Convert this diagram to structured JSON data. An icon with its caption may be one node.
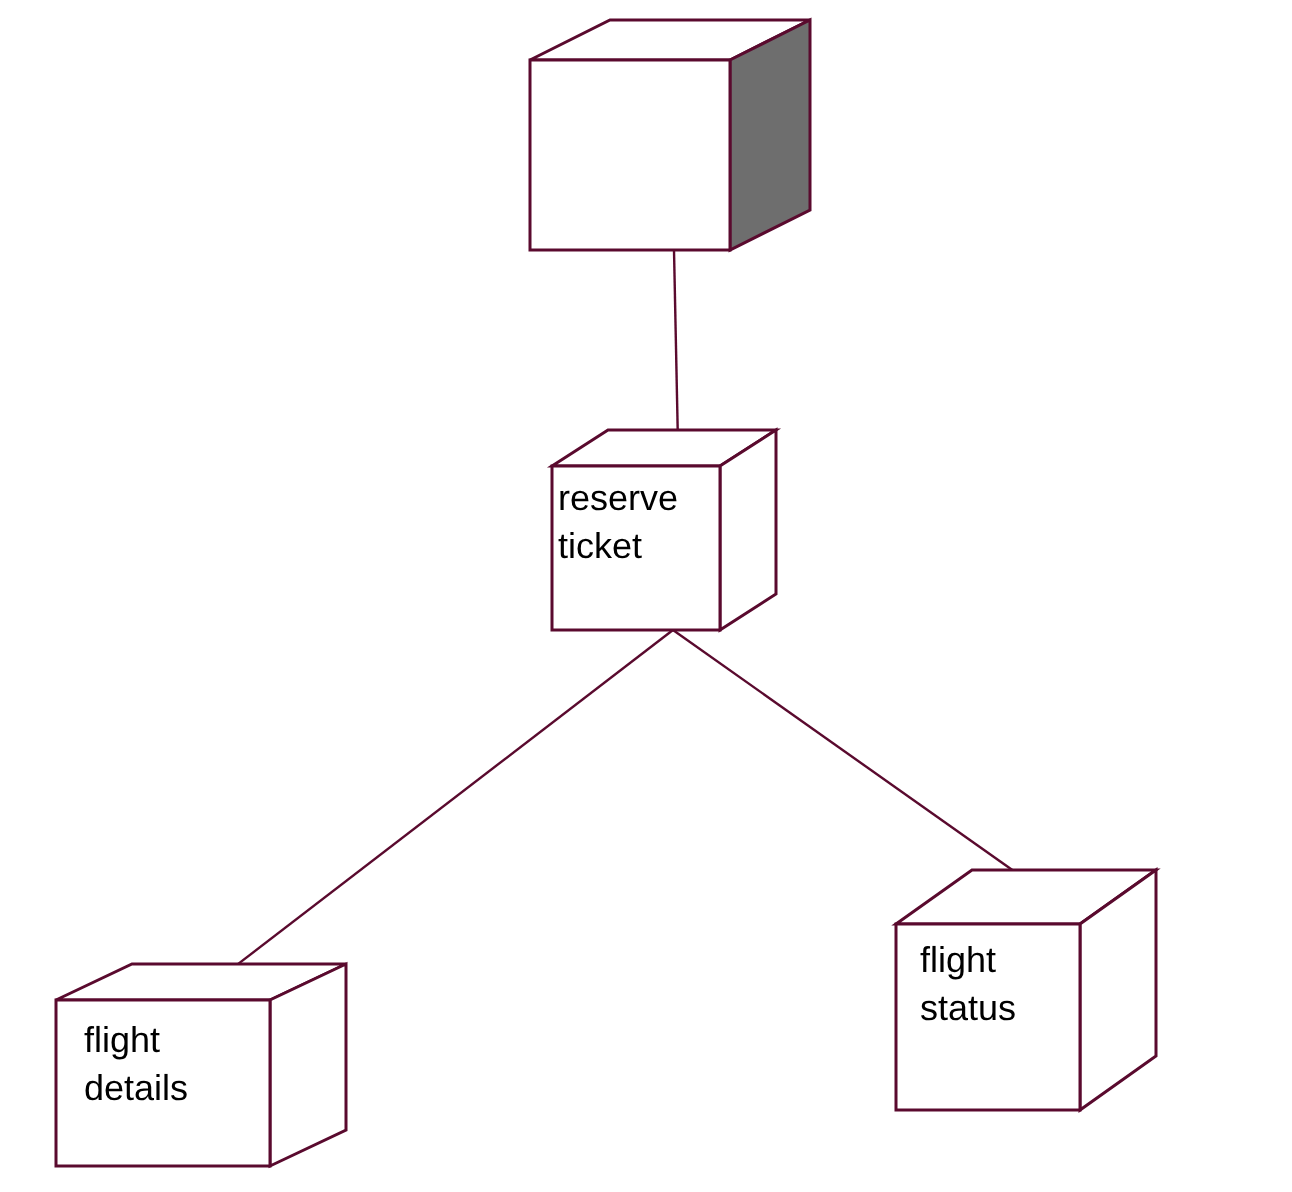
{
  "diagram": {
    "nodes": [
      {
        "text": [],
        "shape": "box"
      },
      {
        "text": [
          "reserve ticket"
        ]
      },
      {
        "text": [
          "flight details"
        ]
      },
      {
        "text": [
          "flight status"
        ]
      }
    ],
    "edges": [
      {
        "from": 0,
        "to": 1,
        "arrow": "none"
      },
      {
        "from": 1,
        "to": 2,
        "arrow": "none"
      },
      {
        "from": 1,
        "to": 3,
        "arrow": "none"
      }
    ]
  }
}
